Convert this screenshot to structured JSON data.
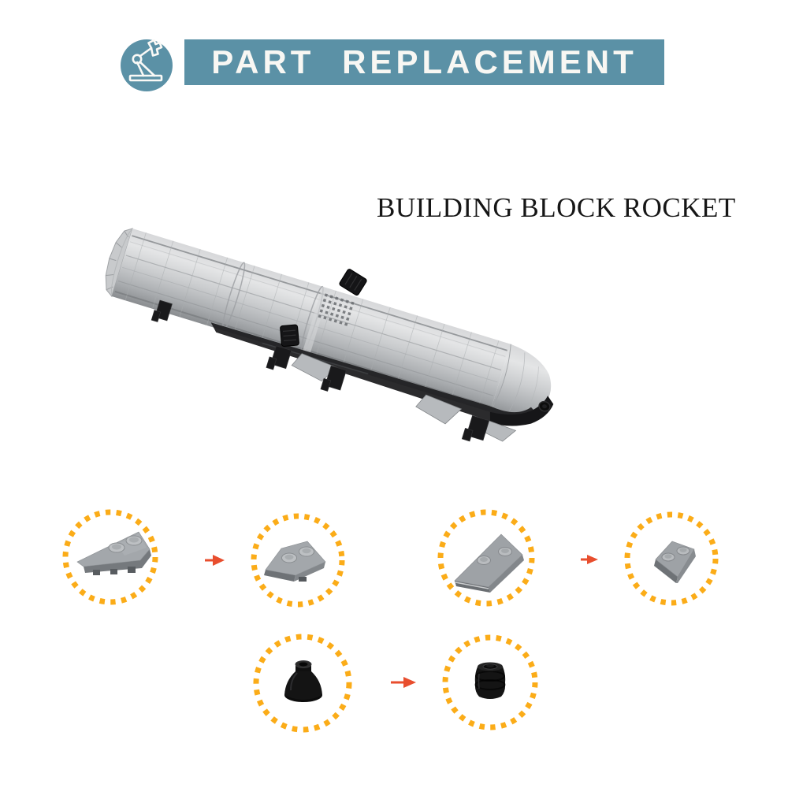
{
  "header": {
    "icon": "robot-arm-icon",
    "banner_label": "PART REPLACEMENT"
  },
  "hero": {
    "title": "BUILDING BLOCK ROCKET",
    "image": "gray-building-block-rocket-booster-side-view"
  },
  "replacements": {
    "rows": [
      {
        "from": "wedge-plate-4x2-left-gray",
        "to": "wedge-plate-2x2-left-gray"
      },
      {
        "from": "wedge-plate-4x2-right-gray",
        "to": "wedge-plate-2x2-right-gray"
      },
      {
        "from": "cone-brick-2x2-black",
        "to": "round-brick-2x2-black"
      }
    ]
  },
  "colors": {
    "background": "#FFFFFF",
    "accent_teal": "#5B91A6",
    "banner_text": "#F8F7F3",
    "title_text": "#161616",
    "dot_orange": "#FBAC18",
    "arrow_red": "#E84E2E",
    "brick_gray_light": "#C9CBCD",
    "brick_gray": "#A3A7AB",
    "brick_gray_dark": "#7B7F83",
    "brick_black": "#141414"
  }
}
